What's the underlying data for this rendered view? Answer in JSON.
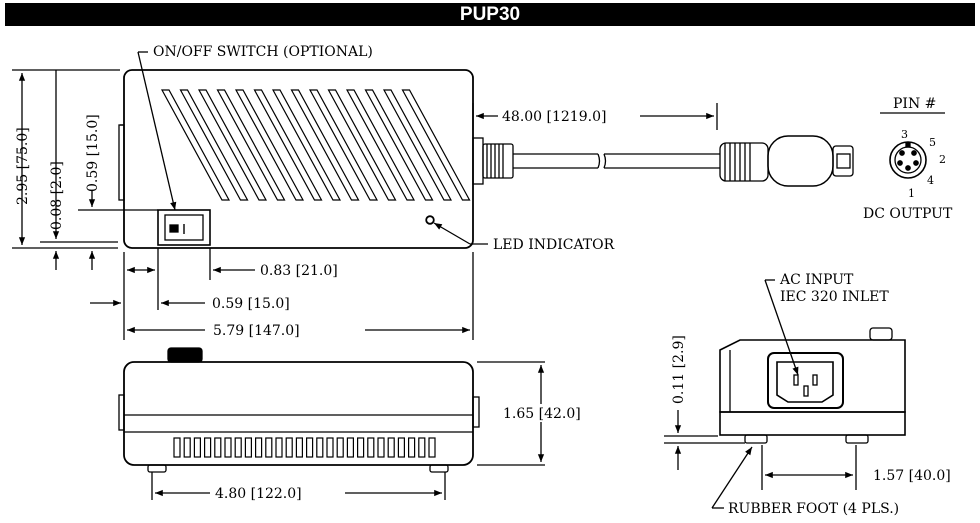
{
  "title": "PUP30",
  "labels": {
    "switch": "ON/OFF SWITCH (OPTIONAL)",
    "cable_length": "48.00 [1219.0]",
    "pin_header": "PIN #",
    "dc_output": "DC OUTPUT",
    "led": "LED INDICATOR",
    "dim_083": "0.83 [21.0]",
    "dim_059_h": "0.59 [15.0]",
    "dim_579": "5.79 [147.0]",
    "dim_295": "2.95 [75.0]",
    "dim_008": "0.08 [2.0]",
    "dim_059_v": "0.59 [15.0]",
    "dim_165": "1.65 [42.0]",
    "dim_480": "4.80 [122.0]",
    "ac_input_1": "AC INPUT",
    "ac_input_2": "IEC 320 INLET",
    "dim_011": "0.11 [2.9]",
    "dim_157": "1.57 [40.0]",
    "rubber_foot": "RUBBER FOOT (4 PLS.)"
  },
  "pins": [
    "3",
    "5",
    "2",
    "4",
    "1"
  ]
}
